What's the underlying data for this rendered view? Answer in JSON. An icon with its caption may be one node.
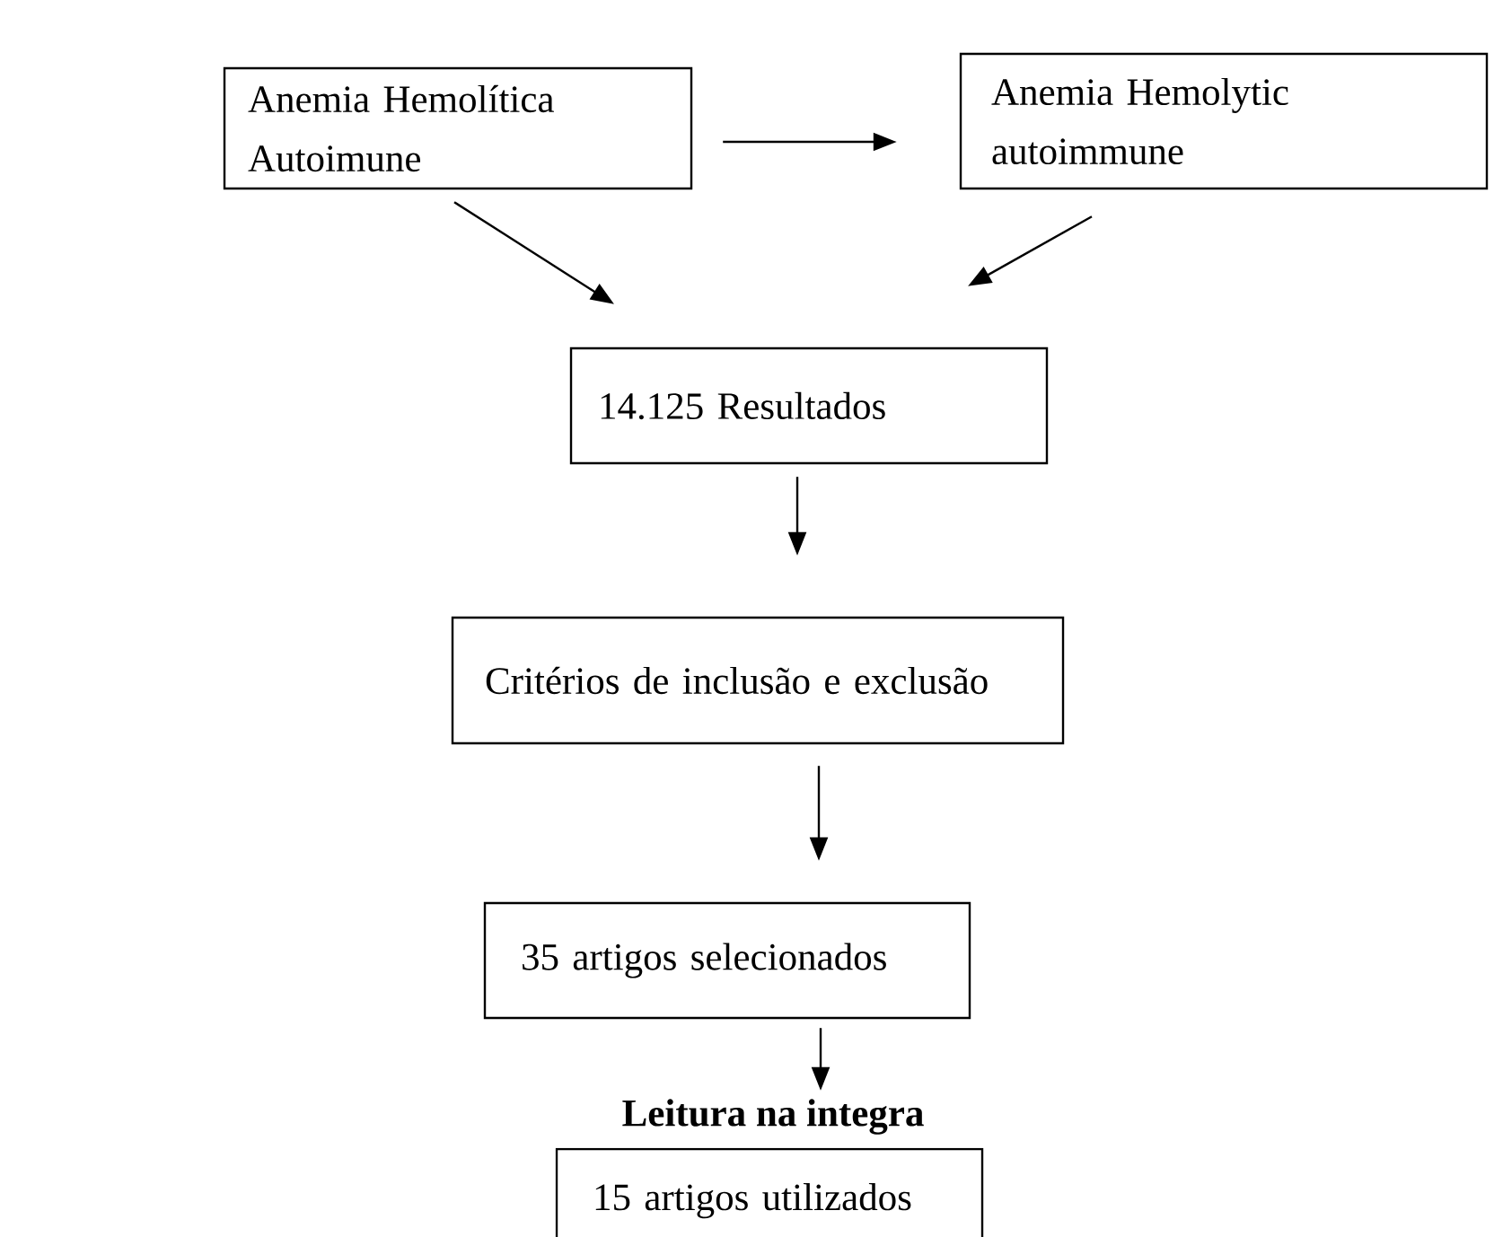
{
  "diagram": {
    "nodes": [
      {
        "text": [
          "Anemia Hemolítica Autoimune"
        ]
      },
      {
        "text": [
          "Anemia Hemolytic autoimmune"
        ]
      },
      {
        "text": [
          "14.125 Resultados"
        ]
      },
      {
        "text": [
          "Critérios de inclusão e exclusão"
        ]
      },
      {
        "text": [
          "35 artigos selecionados"
        ]
      },
      {
        "text": [
          "Leitura na integra",
          "15 artigos utilizados"
        ]
      }
    ],
    "edges": [
      {
        "from": 0,
        "to": 1,
        "arrow": "to"
      },
      {
        "from": 0,
        "to": 2,
        "arrow": "to"
      },
      {
        "from": 1,
        "to": 2,
        "arrow": "to"
      },
      {
        "from": 2,
        "to": 3,
        "arrow": "to"
      },
      {
        "from": 3,
        "to": 4,
        "arrow": "to"
      },
      {
        "from": 4,
        "to": 5,
        "arrow": "to"
      }
    ]
  }
}
